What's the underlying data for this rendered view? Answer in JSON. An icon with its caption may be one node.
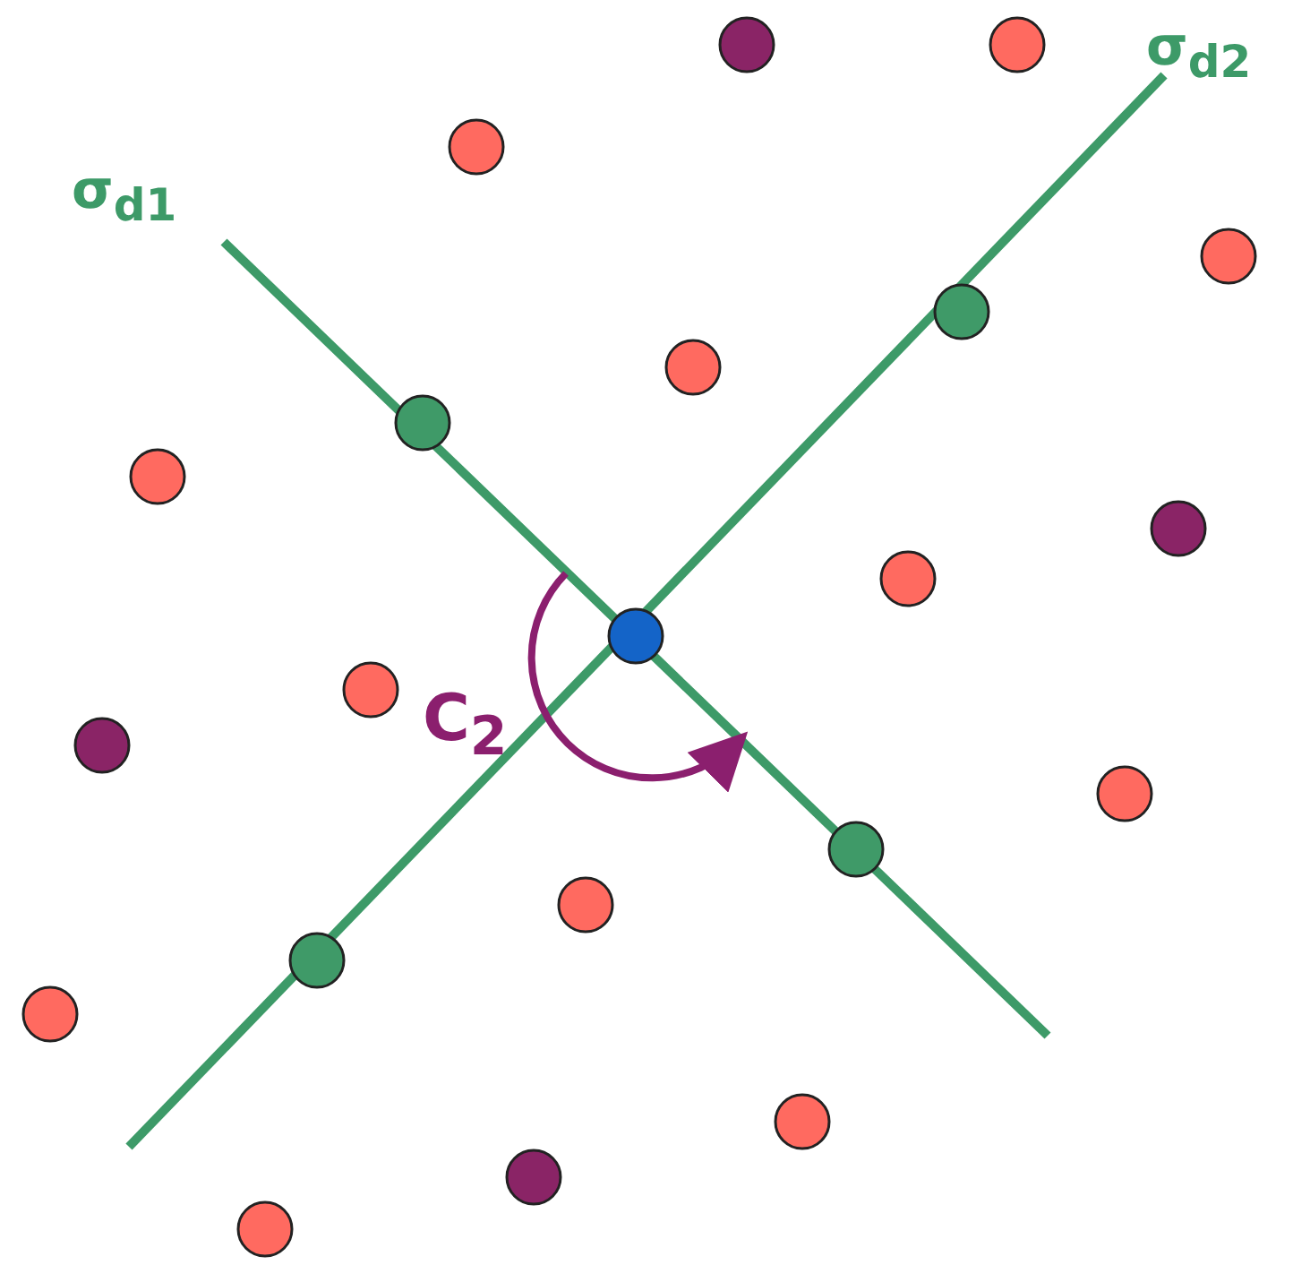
{
  "diagram": {
    "labels": [
      "σ$_{d1}$",
      "σ$_{d2}$",
      "C$_{2}$"
    ]
  }
}
